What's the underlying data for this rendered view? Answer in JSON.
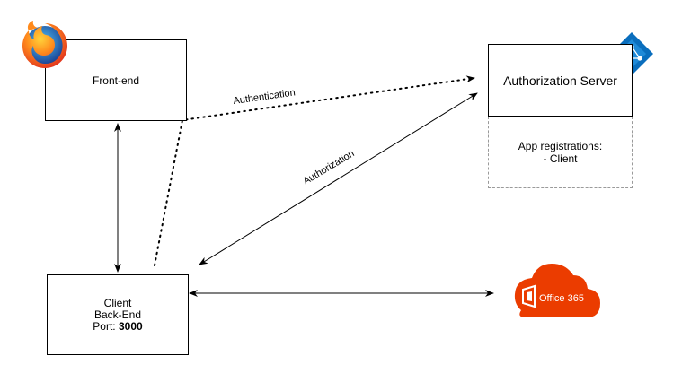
{
  "nodes": {
    "frontend": {
      "label": "Front-end"
    },
    "auth_server": {
      "label": "Authorization Server"
    },
    "app_registrations": {
      "line1": "App registrations:",
      "line2": "- Client"
    },
    "client": {
      "line1": "Client",
      "line2": "Back-End",
      "port_label": "Port: ",
      "port_value": "3000"
    }
  },
  "edges": {
    "authentication": "Authentication",
    "authorization": "Authorization"
  },
  "office365": {
    "label": "Office 365",
    "color": "#eb3c00"
  },
  "icons": {
    "browser": "firefox-icon",
    "directory": "azure-active-directory-icon",
    "cloud": "office365-cloud-icon"
  },
  "colors": {
    "azure_blue": "#0a6ebd",
    "line": "#000000",
    "dashed_border": "#9a9a9a"
  }
}
